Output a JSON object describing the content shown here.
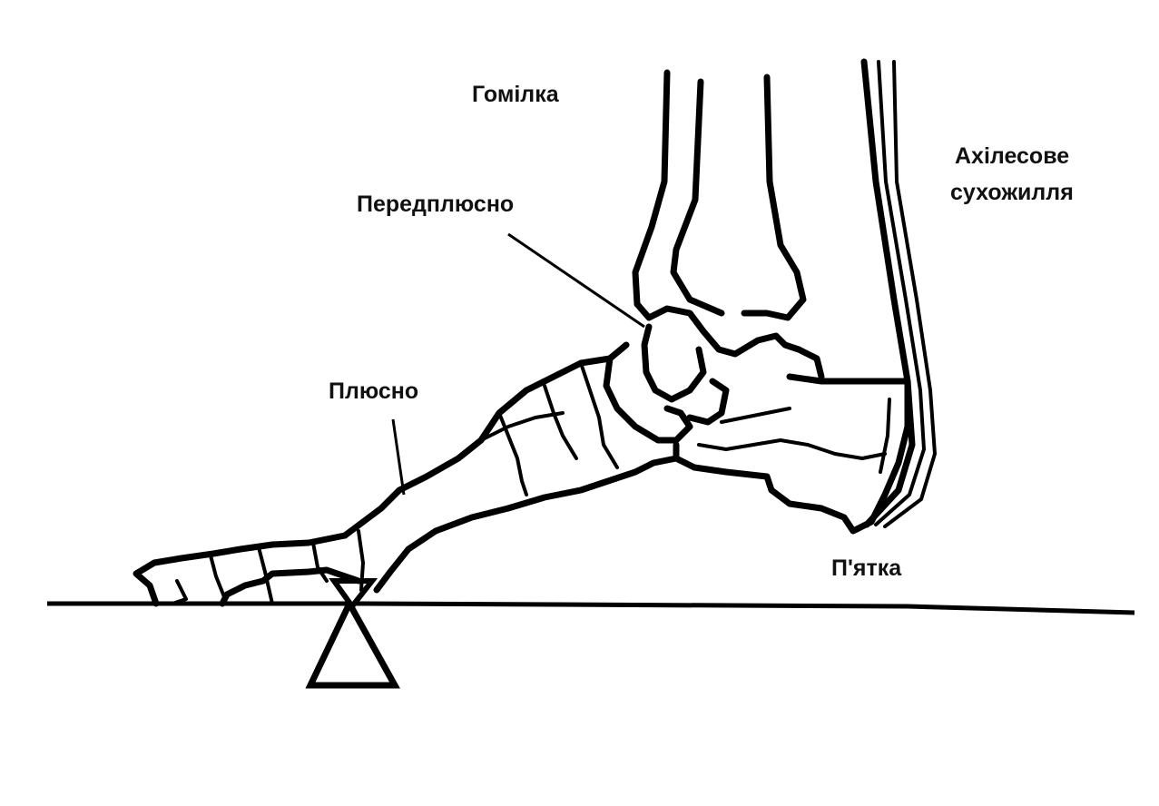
{
  "labels": {
    "shin": "Гомілка",
    "tarsus": "Передплюсно",
    "achilles_line1": "Ахілесове",
    "achilles_line2": "сухожилля",
    "metatarsus": "Плюсно",
    "heel": "П'ятка"
  },
  "colors": {
    "ink": "#000000",
    "background": "#ffffff"
  }
}
